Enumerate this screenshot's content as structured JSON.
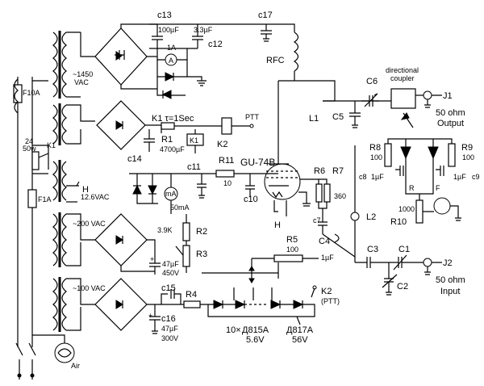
{
  "labels": {
    "c13": "c13",
    "c17": "c17",
    "c12_val": "3.3µF",
    "c13_val": "100µF",
    "c12": "c12",
    "ammeter": "A",
    "ammeter_range": "1A",
    "hv": "~1450",
    "hv_unit": "VAC",
    "rfc": "RFC",
    "f10a": "F10A",
    "f1a": "F1A",
    "sw24": "24",
    "sw50w": "50w",
    "k1_left": "K1",
    "k1_tau": "K1  τ=1Sec",
    "k2": "K2",
    "ptt": "PTT",
    "r1": "R1",
    "r1_val": "4700µF",
    "k1_box": "K1",
    "c14": "c14",
    "c11": "c11",
    "r11": "R11",
    "r11_val": "10",
    "tube": "GU-74B",
    "c10": "c10",
    "h_tap": "H",
    "h_volt": "12.6VAC",
    "ma_meter": "mA",
    "ma_range": "50mA",
    "r2": "R2",
    "r2_val": "3.9K",
    "r3": "R3",
    "c47_val": "47µF",
    "c47_volt": "450V",
    "v200": "~200 VAC",
    "v100": "~100 VAC",
    "c15": "c15",
    "r4": "R4",
    "c16": "c16",
    "c16_val": "47µF",
    "c16_volt": "300V",
    "zener_count": "10×",
    "d815a": "Д815А",
    "d815a_v": "5.6V",
    "d817a": "Д817А",
    "d817a_v": "56V",
    "k2_ptt": "K2",
    "k2_ptt_sub": "(PTT)",
    "air": "Air",
    "h_bottom": "H",
    "l1": "L1",
    "c6": "C6",
    "c5": "C5",
    "dir_coupler_1": "directional",
    "dir_coupler_2": "coupler",
    "j1": "J1",
    "j1_imp": "50 ohm",
    "j1_name": "Output",
    "r8": "R8",
    "r8_val": "100",
    "r9": "R9",
    "r9_val": "100",
    "c8": "c8",
    "c8_val": "1µF",
    "c9": "c9",
    "c9_val": "1µF",
    "r_tap": "R",
    "f_tap": "F",
    "r10": "R10",
    "r10_val": "1000",
    "r6": "R6",
    "r7": "R7",
    "r67_val": "360",
    "l2": "L2",
    "c7": "c7",
    "c4": "C4",
    "c4_val": "1µF",
    "r5": "R5",
    "r5_val": "100",
    "c3": "C3",
    "c1": "C1",
    "c2": "C2",
    "j2": "J2",
    "j2_imp": "50 ohm",
    "j2_name": "Input",
    "plus1": "+",
    "plus2": "+",
    "plus3": "+"
  }
}
